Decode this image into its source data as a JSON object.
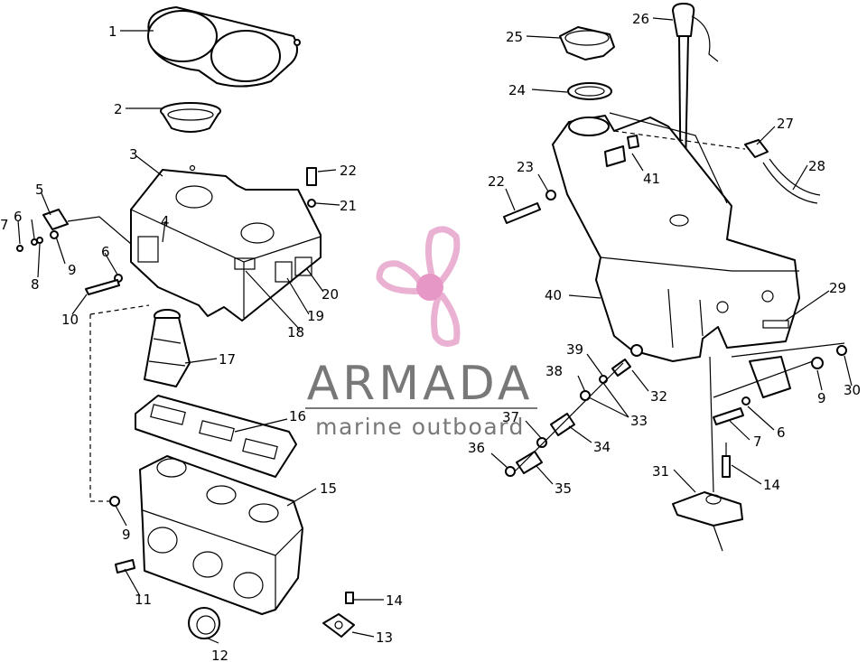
{
  "watermark": {
    "brand": "ARMADA",
    "tagline": "marine outboard",
    "logo_color": "#e8a9cf",
    "text_color": "#6a6a6a"
  },
  "callouts": [
    {
      "id": "c1",
      "text": "1"
    },
    {
      "id": "c2",
      "text": "2"
    },
    {
      "id": "c3",
      "text": "3"
    },
    {
      "id": "c4",
      "text": "4"
    },
    {
      "id": "c5",
      "text": "5"
    },
    {
      "id": "c6a",
      "text": "6"
    },
    {
      "id": "c7a",
      "text": "7"
    },
    {
      "id": "c8",
      "text": "8"
    },
    {
      "id": "c9a",
      "text": "9"
    },
    {
      "id": "c6b",
      "text": "6"
    },
    {
      "id": "c10",
      "text": "10"
    },
    {
      "id": "c22a",
      "text": "22"
    },
    {
      "id": "c21",
      "text": "21"
    },
    {
      "id": "c20",
      "text": "20"
    },
    {
      "id": "c19",
      "text": "19"
    },
    {
      "id": "c18",
      "text": "18"
    },
    {
      "id": "c17",
      "text": "17"
    },
    {
      "id": "c16",
      "text": "16"
    },
    {
      "id": "c15",
      "text": "15"
    },
    {
      "id": "c9b",
      "text": "9"
    },
    {
      "id": "c11",
      "text": "11"
    },
    {
      "id": "c12",
      "text": "12"
    },
    {
      "id": "c14a",
      "text": "14"
    },
    {
      "id": "c13",
      "text": "13"
    },
    {
      "id": "c25",
      "text": "25"
    },
    {
      "id": "c26",
      "text": "26"
    },
    {
      "id": "c24",
      "text": "24"
    },
    {
      "id": "c27",
      "text": "27"
    },
    {
      "id": "c28",
      "text": "28"
    },
    {
      "id": "c23",
      "text": "23"
    },
    {
      "id": "c22b",
      "text": "22"
    },
    {
      "id": "c41",
      "text": "41"
    },
    {
      "id": "c40",
      "text": "40"
    },
    {
      "id": "c29",
      "text": "29"
    },
    {
      "id": "c39",
      "text": "39"
    },
    {
      "id": "c38",
      "text": "38"
    },
    {
      "id": "c32",
      "text": "32"
    },
    {
      "id": "c33",
      "text": "33"
    },
    {
      "id": "c37",
      "text": "37"
    },
    {
      "id": "c34",
      "text": "34"
    },
    {
      "id": "c36",
      "text": "36"
    },
    {
      "id": "c35",
      "text": "35"
    },
    {
      "id": "c9c",
      "text": "9"
    },
    {
      "id": "c30",
      "text": "30"
    },
    {
      "id": "c6c",
      "text": "6"
    },
    {
      "id": "c7b",
      "text": "7"
    },
    {
      "id": "c31",
      "text": "31"
    },
    {
      "id": "c14b",
      "text": "14"
    }
  ]
}
